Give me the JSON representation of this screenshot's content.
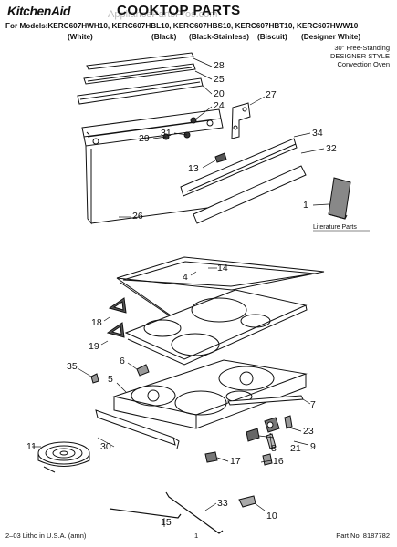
{
  "header": {
    "brand": "KitchenAid",
    "title": "COOKTOP PARTS",
    "watermark": "AppliancePartsPros.com",
    "models_line": "For Models:KERC607HWH10, KERC607HBL10, KERC607HBS10, KERC607HBT10, KERC607HWW10",
    "colors": [
      "(White)",
      "(Black)",
      "(Black-Stainless)",
      "(Biscuit)",
      "(Designer White)"
    ]
  },
  "style_note": [
    "30\" Free-Standing",
    "DESIGNER STYLE",
    "Convection Oven"
  ],
  "literature_label": "Literature Parts",
  "callouts": [
    "28",
    "25",
    "20",
    "27",
    "24",
    "31",
    "29",
    "34",
    "32",
    "13",
    "26",
    "1",
    "14",
    "4",
    "18",
    "19",
    "6",
    "35",
    "5",
    "7",
    "23",
    "11",
    "30",
    "8",
    "21",
    "9",
    "17",
    "16",
    "33",
    "15",
    "10"
  ],
  "footer": {
    "left": "2–03 Litho in U.S.A. (amn)",
    "center": "1",
    "right": "Part No. 8187782"
  }
}
